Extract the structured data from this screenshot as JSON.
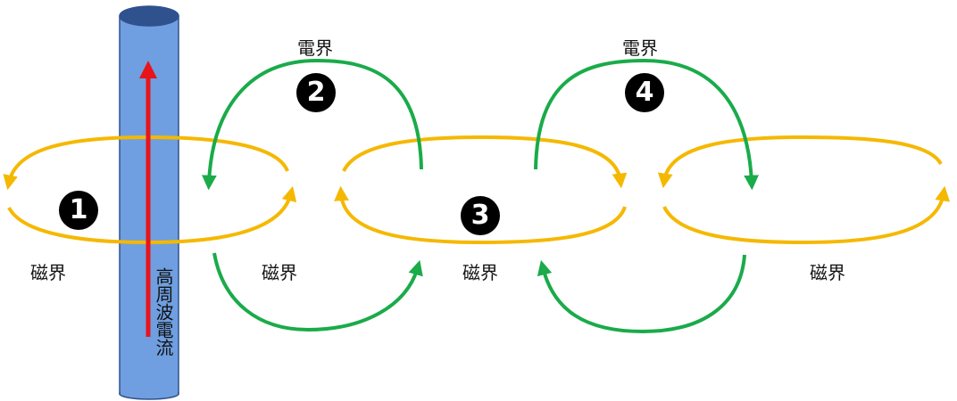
{
  "labels": {
    "electric_field": "電界",
    "magnetic_field": "磁界",
    "current": "高周波電流"
  },
  "markers": [
    "1",
    "2",
    "3",
    "4"
  ],
  "colors": {
    "magnetic": "#f5b800",
    "electric": "#1aab4a",
    "current_arrow": "#e8141b",
    "conductor_fill": "#6f9fe0",
    "conductor_stroke": "#2f528f",
    "conductor_top": "#2f528f"
  }
}
